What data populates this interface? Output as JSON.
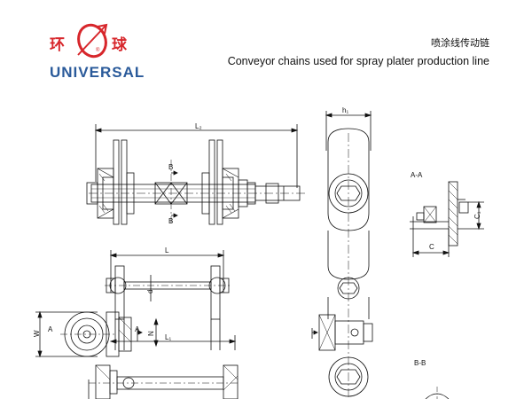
{
  "logo": {
    "char_left": "环",
    "char_right": "球",
    "name": "UNIVERSAL",
    "color_red": "#d7262b",
    "color_blue": "#2a5a9a"
  },
  "header": {
    "title_cn": "喷涂线传动链",
    "title_en": "Conveyor chains used for spray plater production line"
  },
  "labels": {
    "L2": "L₂",
    "B_top": "B",
    "B_bottom": "B",
    "h1": "h₁",
    "L": "L",
    "d": "d",
    "W": "W",
    "A_left": "A",
    "A_right": "A",
    "N": "N",
    "L1": "L₁",
    "section_AA": "A-A",
    "C1": "C₁",
    "C": "C",
    "section_BB": "B-B"
  }
}
